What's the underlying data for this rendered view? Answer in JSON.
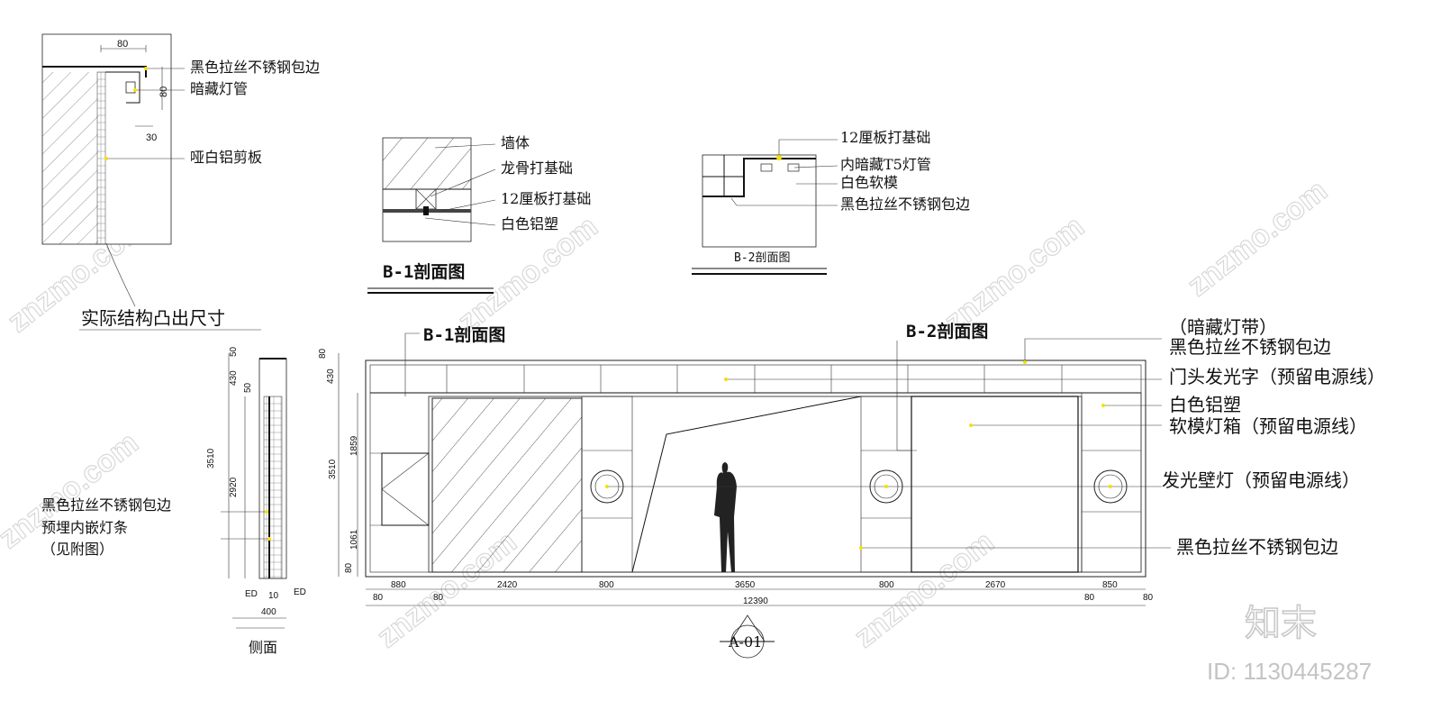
{
  "detail_top": {
    "dim_width": "80",
    "dim_height": "80",
    "dim_offset": "30",
    "labels": [
      "黑色拉丝不锈钢包边",
      "暗藏灯管",
      "哑白铝剪板"
    ],
    "note": "实际结构凸出尺寸"
  },
  "section_b1": {
    "title": "B-1剖面图",
    "labels": [
      "墙体",
      "龙骨打基础",
      "12厘板打基础",
      "白色铝塑"
    ]
  },
  "section_b2": {
    "title": "B-2剖面图",
    "labels": [
      "12厘板打基础",
      "内暗藏T5灯管",
      "白色软模",
      "黑色拉丝不锈钢包边"
    ]
  },
  "side_view": {
    "title": "侧面",
    "dims": [
      "50",
      "430",
      "50",
      "3510",
      "2920"
    ],
    "bottom_dims": [
      "ED",
      "10",
      "ED"
    ],
    "width_dim": "400",
    "labels": [
      "黑色拉丝不锈钢包边",
      "预埋内嵌灯条",
      "（见附图）"
    ]
  },
  "elevation": {
    "callouts": [
      "B-1剖面图",
      "B-2剖面图"
    ],
    "left_dims": [
      "80",
      "430",
      "3510",
      "1859",
      "1061",
      "80"
    ],
    "bottom_segments": [
      "880",
      "2420",
      "800",
      "3650",
      "800",
      "2670",
      "850"
    ],
    "edge_dims": [
      "80",
      "80",
      "80",
      "80"
    ],
    "total_width": "12390",
    "labels": [
      "（暗藏灯带）",
      "黑色拉丝不锈钢包边",
      "门头发光字（预留电源线）",
      "白色铝塑",
      "软模灯箱（预留电源线）",
      "发光壁灯（预留电源线）",
      "黑色拉丝不锈钢包边"
    ],
    "tag": "A-01"
  },
  "watermark": {
    "text": "znzmo.com",
    "brand": "知末",
    "id": "ID: 1130445287"
  }
}
